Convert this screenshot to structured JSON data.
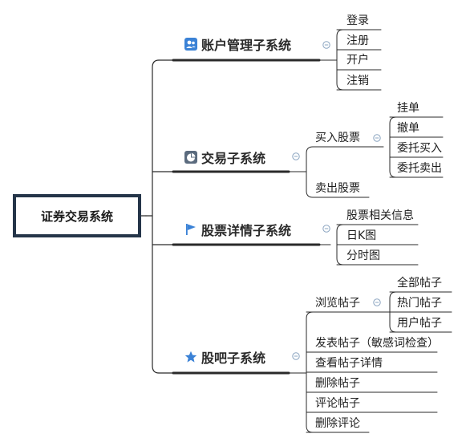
{
  "root": {
    "label": "证券交易系统"
  },
  "branches": [
    {
      "label": "账户管理子系统",
      "icon": "people-icon",
      "children": [
        {
          "label": "登录"
        },
        {
          "label": "注册"
        },
        {
          "label": "开户"
        },
        {
          "label": "注销"
        }
      ]
    },
    {
      "label": "交易子系统",
      "icon": "pie-chart-icon",
      "children": [
        {
          "label": "买入股票",
          "children": [
            {
              "label": "挂单"
            },
            {
              "label": "撤单"
            },
            {
              "label": "委托买入"
            },
            {
              "label": "委托卖出"
            }
          ]
        },
        {
          "label": "卖出股票"
        }
      ]
    },
    {
      "label": "股票详情子系统",
      "icon": "flag-icon",
      "children": [
        {
          "label": "股票相关信息"
        },
        {
          "label": "日K图"
        },
        {
          "label": "分时图"
        }
      ]
    },
    {
      "label": "股吧子系统",
      "icon": "star-icon",
      "children": [
        {
          "label": "浏览帖子",
          "children": [
            {
              "label": "全部帖子"
            },
            {
              "label": "热门帖子"
            },
            {
              "label": "用户帖子"
            }
          ]
        },
        {
          "label": "发表帖子（敏感词检查）"
        },
        {
          "label": "查看帖子详情"
        },
        {
          "label": "删除帖子"
        },
        {
          "label": "评论帖子"
        },
        {
          "label": "删除评论"
        }
      ]
    }
  ],
  "colors": {
    "line": "#2a2a2a",
    "root_border": "#253549",
    "icon_blue": "#3b82d6",
    "collapse": "#8aa4c0"
  }
}
